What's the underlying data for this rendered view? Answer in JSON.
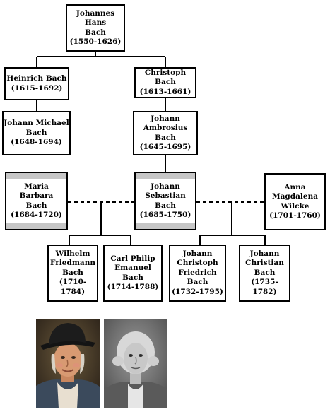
{
  "colors": {
    "line": "#000000",
    "box_fill": "#ffffff",
    "shaded_fill": "#c6c6c6"
  },
  "people": {
    "johannes_hans": "Johannes Hans\nBach\n(1550-1626)",
    "heinrich": "Heinrich Bach\n(1615-1692)",
    "christoph": "Christoph Bach\n(1613-1661)",
    "johann_michael": "Johann Michael\nBach\n(1648-1694)",
    "johann_ambrosius": "Johann\nAmbrosius Bach\n(1645-1695)",
    "maria_barbara": "Maria Barbara\nBach\n(1684-1720)",
    "johann_sebastian": "Johann\nSebastian Bach\n(1685-1750)",
    "anna_magdalena": "Anna\nMagdalena\nWilcke\n(1701-1760)",
    "wilhelm_friedemann": "Wilhelm\nFriedmann\nBach\n(1710-1784)",
    "carl_philip_emanuel": "Carl Philip\nEmanuel Bach\n(1714-1788)",
    "johann_christoph_friedrich": "Johann\nChristoph\nFriedrich Bach\n(1732-1795)",
    "johann_christian": "Johann\nChristian\nBach\n(1735-1782)"
  },
  "portraits": [
    {
      "name": "Wilhelm Friedemann Bach portrait",
      "icon": "portrait-man-hat"
    },
    {
      "name": "Carl Philip Emanuel Bach portrait",
      "icon": "portrait-man-wig"
    }
  ]
}
